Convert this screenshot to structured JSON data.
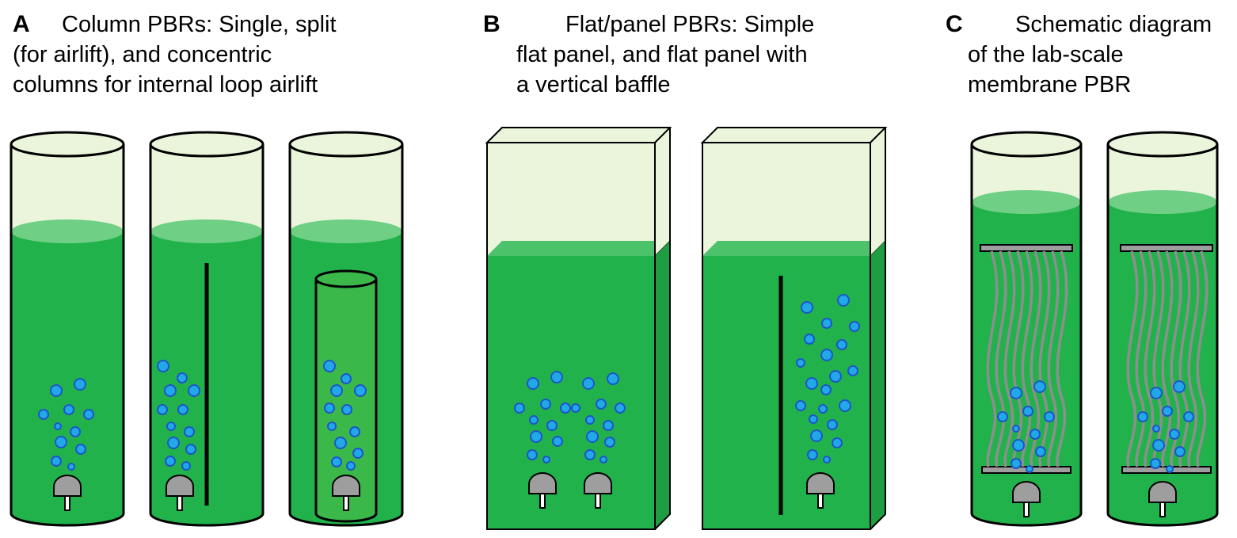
{
  "panels": {
    "a": {
      "letter": "A",
      "caption": "Column PBRs: Single, split\n(for airlift), and concentric\ncolumns for internal loop airlift"
    },
    "b": {
      "letter": "B",
      "caption": "Flat/panel PBRs: Simple\nflat panel, and flat panel with\na vertical baffle"
    },
    "c": {
      "letter": "C",
      "caption": "Schematic diagram\nof the lab-scale\nmembrane PBR"
    }
  },
  "colors": {
    "culture": "#22b24c",
    "culture_surface": "#6fcf85",
    "headspace": "#eaf5dc",
    "bubble_fill": "#21a8e8",
    "bubble_stroke": "#1c56c9",
    "sparger": "#9e9e9e",
    "membrane_fiber": "#8e8e8e",
    "outline": "#000000"
  },
  "icons": [
    "column-reactor-icon",
    "flat-panel-reactor-icon",
    "membrane-module-icon",
    "sparger-icon",
    "gas-bubble-icon",
    "baffle-icon"
  ]
}
